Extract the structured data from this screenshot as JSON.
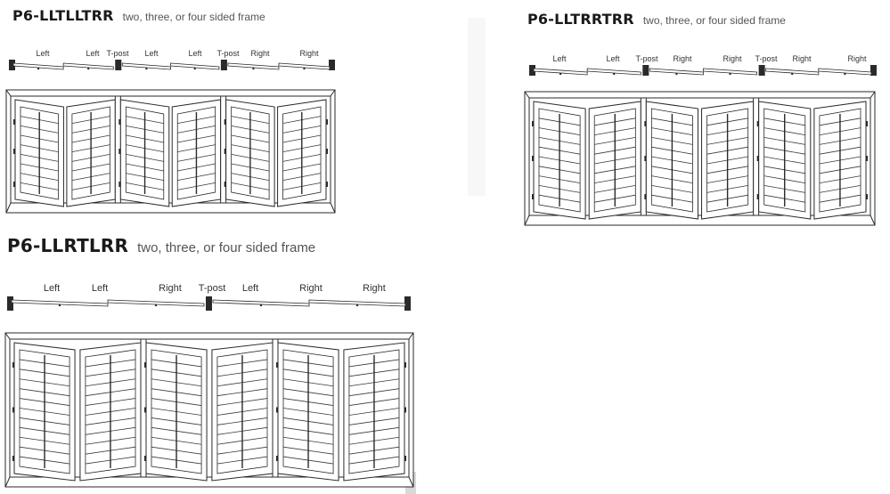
{
  "panels": [
    {
      "code": "P6-LLTLLTRR",
      "subtitle": "two, three, or four sided frame",
      "hinge_labels": [
        "Left",
        "Left",
        "T-post",
        "Left",
        "Left",
        "T-post",
        "Right",
        "Right"
      ]
    },
    {
      "code": "P6-LLTRRTRR",
      "subtitle": "two, three, or four sided frame",
      "hinge_labels": [
        "Left",
        "Left",
        "T-post",
        "Right",
        "Right",
        "T-post",
        "Right",
        "Right"
      ]
    },
    {
      "code": "P6-LLRTLRR",
      "subtitle": "two, three, or four sided frame",
      "hinge_labels": [
        "Left",
        "Left",
        "Right",
        "T-post",
        "Left",
        "Right",
        "Right"
      ]
    }
  ],
  "colors": {
    "line": "#2a2a2a",
    "frame_fill": "#ffffff",
    "louver": "#3a3a3a"
  }
}
